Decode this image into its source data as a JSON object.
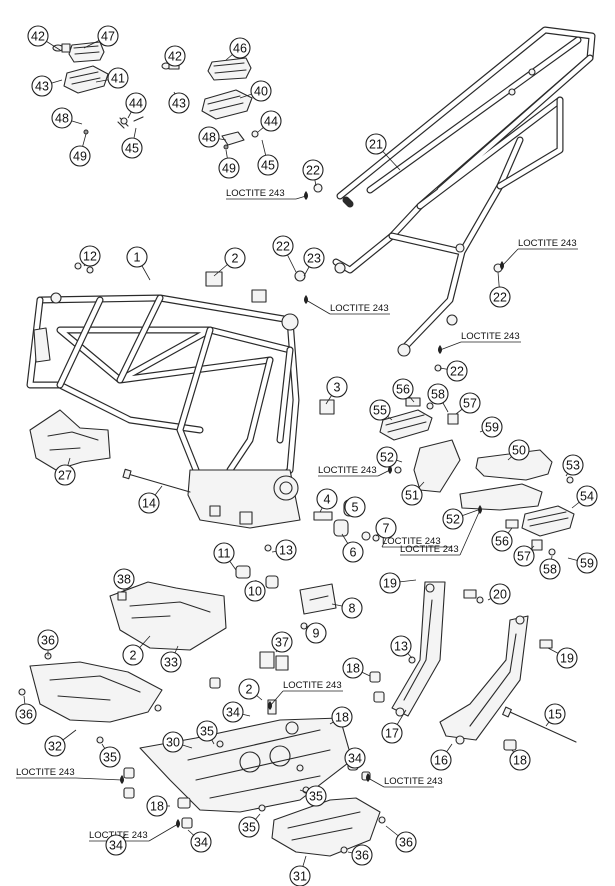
{
  "callouts": [
    {
      "label": "42"
    },
    {
      "label": "47"
    },
    {
      "label": "43"
    },
    {
      "label": "41"
    },
    {
      "label": "48"
    },
    {
      "label": "44"
    },
    {
      "label": "49"
    },
    {
      "label": "45"
    },
    {
      "label": "42"
    },
    {
      "label": "46"
    },
    {
      "label": "43"
    },
    {
      "label": "40"
    },
    {
      "label": "44"
    },
    {
      "label": "48"
    },
    {
      "label": "49"
    },
    {
      "label": "45"
    },
    {
      "label": "21"
    },
    {
      "label": "22"
    },
    {
      "label": "12"
    },
    {
      "label": "1"
    },
    {
      "label": "2"
    },
    {
      "label": "22"
    },
    {
      "label": "23"
    },
    {
      "label": "22"
    },
    {
      "label": "22"
    },
    {
      "label": "3"
    },
    {
      "label": "56"
    },
    {
      "label": "58"
    },
    {
      "label": "55"
    },
    {
      "label": "57"
    },
    {
      "label": "59"
    },
    {
      "label": "27"
    },
    {
      "label": "52"
    },
    {
      "label": "50"
    },
    {
      "label": "53"
    },
    {
      "label": "51"
    },
    {
      "label": "14"
    },
    {
      "label": "4"
    },
    {
      "label": "5"
    },
    {
      "label": "54"
    },
    {
      "label": "7"
    },
    {
      "label": "52"
    },
    {
      "label": "56"
    },
    {
      "label": "6"
    },
    {
      "label": "11"
    },
    {
      "label": "13"
    },
    {
      "label": "57"
    },
    {
      "label": "59"
    },
    {
      "label": "58"
    },
    {
      "label": "38"
    },
    {
      "label": "10"
    },
    {
      "label": "19"
    },
    {
      "label": "20"
    },
    {
      "label": "8"
    },
    {
      "label": "9"
    },
    {
      "label": "36"
    },
    {
      "label": "2"
    },
    {
      "label": "33"
    },
    {
      "label": "37"
    },
    {
      "label": "13"
    },
    {
      "label": "19"
    },
    {
      "label": "18"
    },
    {
      "label": "36"
    },
    {
      "label": "2"
    },
    {
      "label": "34"
    },
    {
      "label": "18"
    },
    {
      "label": "15"
    },
    {
      "label": "17"
    },
    {
      "label": "32"
    },
    {
      "label": "30"
    },
    {
      "label": "35"
    },
    {
      "label": "35"
    },
    {
      "label": "34"
    },
    {
      "label": "16"
    },
    {
      "label": "18"
    },
    {
      "label": "18"
    },
    {
      "label": "35"
    },
    {
      "label": "34"
    },
    {
      "label": "35"
    },
    {
      "label": "36"
    },
    {
      "label": "34"
    },
    {
      "label": "31"
    },
    {
      "label": "36"
    }
  ],
  "notes": [
    {
      "text": "LOCTITE 243"
    },
    {
      "text": "LOCTITE 243"
    },
    {
      "text": "LOCTITE 243"
    },
    {
      "text": "LOCTITE 243"
    },
    {
      "text": "LOCTITE 243"
    },
    {
      "text": "LOCTITE 243"
    },
    {
      "text": "LOCTITE 243"
    },
    {
      "text": "LOCTITE 243"
    },
    {
      "text": "LOCTITE 243"
    },
    {
      "text": "LOCTITE 243"
    },
    {
      "text": "LOCTITE 243"
    }
  ]
}
